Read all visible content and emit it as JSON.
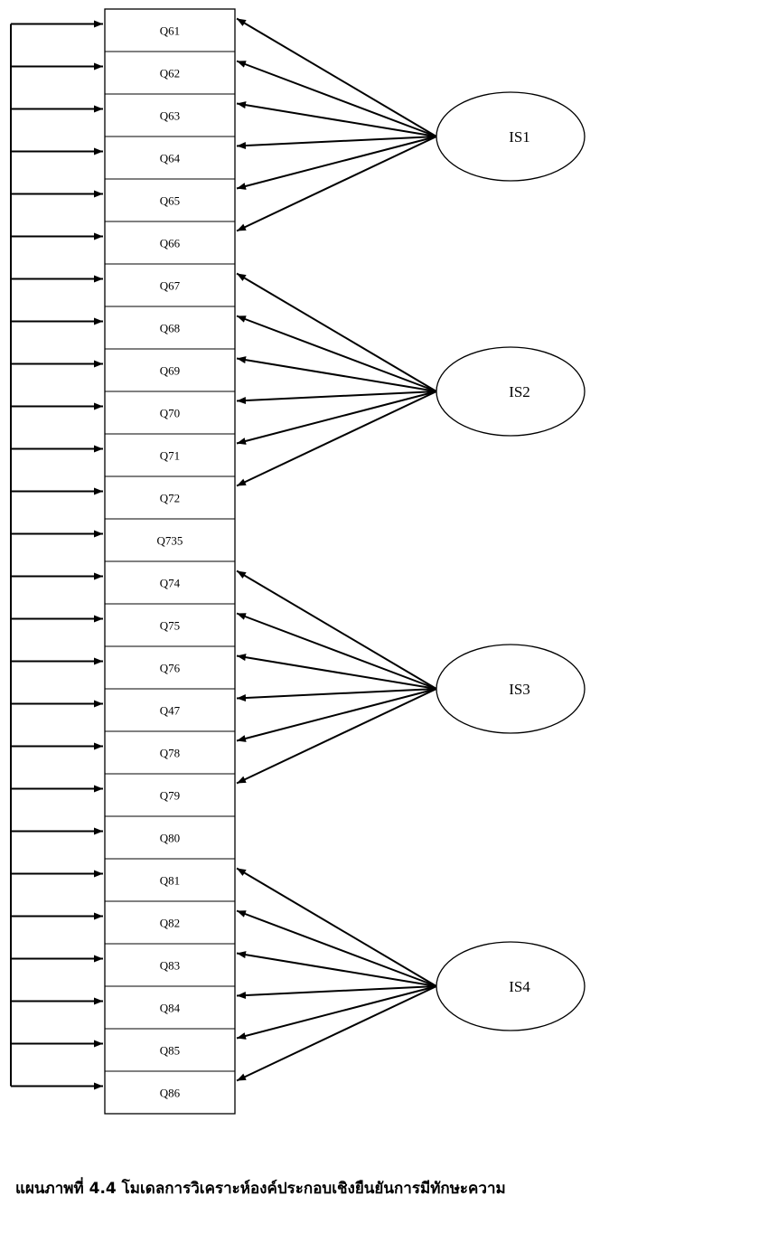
{
  "indicators": [
    "Q61",
    "Q62",
    "Q63",
    "Q64",
    "Q65",
    "Q66",
    "Q67",
    "Q68",
    "Q69",
    "Q70",
    "Q71",
    "Q72",
    "Q735",
    "Q74",
    "Q75",
    "Q76",
    "Q47",
    "Q78",
    "Q79",
    "Q80",
    "Q81",
    "Q82",
    "Q83",
    "Q84",
    "Q85",
    "Q86"
  ],
  "factors": [
    {
      "label": "IS1",
      "indicators": [
        "Q61",
        "Q62",
        "Q63",
        "Q64",
        "Q65",
        "Q66"
      ]
    },
    {
      "label": "IS2",
      "indicators": [
        "Q67",
        "Q68",
        "Q69",
        "Q70",
        "Q71",
        "Q72"
      ]
    },
    {
      "label": "IS3",
      "indicators": [
        "Q74",
        "Q75",
        "Q76",
        "Q47",
        "Q78",
        "Q79"
      ]
    },
    {
      "label": "IS4",
      "indicators": [
        "Q81",
        "Q82",
        "Q83",
        "Q84",
        "Q85",
        "Q86"
      ]
    }
  ],
  "caption": "แผนภาพที่ 4.4 โมเดลการวิเคราะห์องค์ประกอบเชิงยืนยันการมีทักษะความ"
}
